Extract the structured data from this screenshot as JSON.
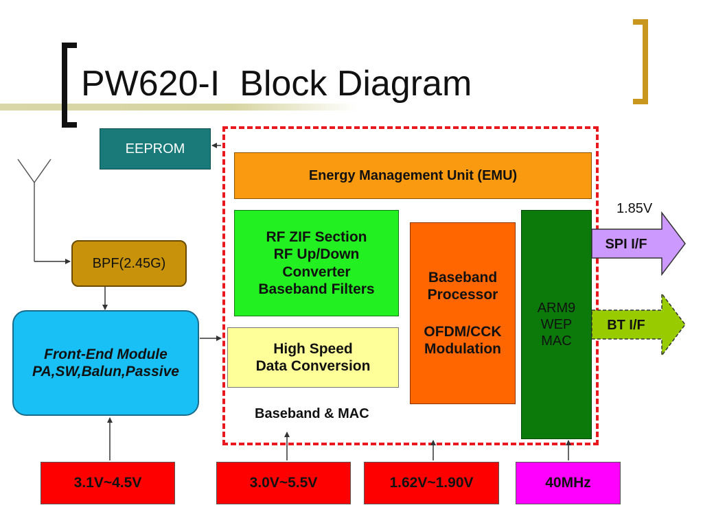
{
  "title": "PW620-I  Block Diagram",
  "blocks": {
    "eeprom": "EEPROM",
    "bpf": "BPF(2.45G)",
    "front_end": [
      "Front-End Module",
      "PA,SW,Balun,Passive"
    ],
    "emu": "Energy Management Unit (EMU)",
    "rf_zif": [
      "RF ZIF Section",
      "RF Up/Down",
      "Converter",
      "Baseband Filters"
    ],
    "high_speed": [
      "High Speed",
      "Data Conversion"
    ],
    "baseband_processor": [
      "Baseband",
      "Processor",
      "",
      "OFDM/CCK",
      "Modulation"
    ],
    "arm9": [
      "ARM9",
      "WEP",
      "MAC"
    ],
    "baseband_mac_label": "Baseband & MAC"
  },
  "interfaces": {
    "spi": "SPI I/F",
    "bt": "BT I/F",
    "spi_voltage": "1.85V"
  },
  "supplies": [
    "3.1V~4.5V",
    "3.0V~5.5V",
    "1.62V~1.90V",
    "40MHz"
  ],
  "colors": {
    "eeprom": "#1a7a7a",
    "bpf": "#c8920a",
    "front_end": "#19c0f5",
    "emu": "#fa9a10",
    "rf_zif": "#22f020",
    "high_speed": "#ffff99",
    "baseband_processor": "#ff6600",
    "arm9": "#0b7a0b",
    "supply_red": "#ff0000",
    "clock": "#ff00ff",
    "spi_arrow": "#cc99ff",
    "bt_arrow": "#99cc00",
    "dashed_border": "#e8181e"
  }
}
